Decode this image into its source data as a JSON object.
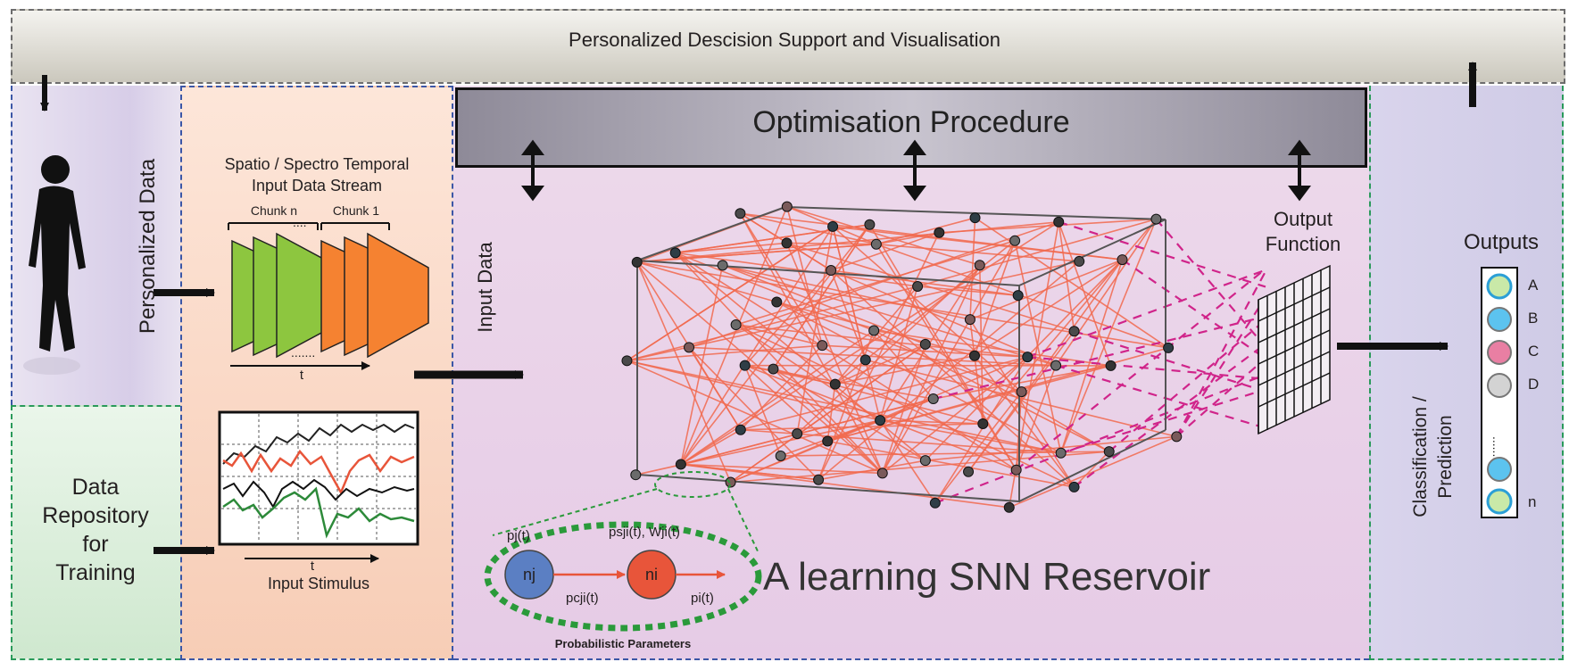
{
  "banner": {
    "title": "Personalized Descision Support and Visualisation"
  },
  "optimisation": {
    "title": "Optimisation Procedure"
  },
  "personalized": {
    "label": "Personalized Data"
  },
  "repository": {
    "line1": "Data",
    "line2": "Repository",
    "line3": "for",
    "line4": "Training"
  },
  "stream": {
    "title_line1": "Spatio / Spectro Temporal",
    "title_line2": "Input Data Stream",
    "chunk_n": "Chunk n",
    "chunk_1": "Chunk 1",
    "time_axis": "t"
  },
  "stimulus": {
    "label": "Input Stimulus",
    "time_axis": "t"
  },
  "input_data": {
    "label": "Input Data"
  },
  "reservoir": {
    "title": "A learning SNN Reservoir"
  },
  "output_function": {
    "line1": "Output",
    "line2": "Function"
  },
  "classification": {
    "line1": "Classification /",
    "line2": "Prediction"
  },
  "outputs": {
    "title": "Outputs",
    "labels": [
      "A",
      "B",
      "C",
      "D",
      "n"
    ]
  },
  "probabilistic": {
    "caption": "Probabilistic Parameters",
    "node_left": "nj",
    "node_right": "ni",
    "pj": "pj(t)",
    "psji": "psji(t), Wji(t)",
    "pcji": "pcji(t)",
    "pi": "pi(t)"
  },
  "colors": {
    "edge": "#f26a4f",
    "output_link": "#d0248a",
    "chunk_green": "#8dc63f",
    "chunk_orange": "#f58231",
    "node_blue": "#5b7fc3",
    "node_red": "#e8553a",
    "dashed_green": "#2a9a3a"
  }
}
